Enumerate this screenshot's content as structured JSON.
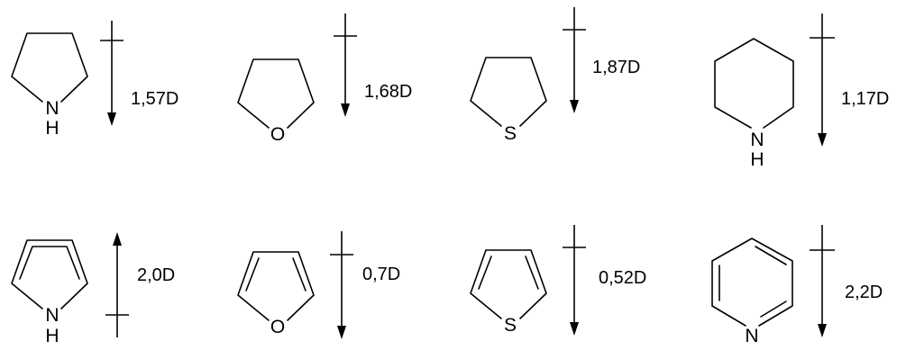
{
  "colors": {
    "ink": "#000000",
    "background": "#ffffff"
  },
  "molecules": [
    {
      "id": "pyrrolidine",
      "heteroatom": "N",
      "hydrogen": "H",
      "dipole": "1,57D",
      "direction": "down"
    },
    {
      "id": "thf",
      "heteroatom": "O",
      "dipole": "1,68D",
      "direction": "down"
    },
    {
      "id": "thiolane",
      "heteroatom": "S",
      "dipole": "1,87D",
      "direction": "down"
    },
    {
      "id": "piperidine",
      "heteroatom": "N",
      "hydrogen": "H",
      "dipole": "1,17D",
      "direction": "down"
    },
    {
      "id": "pyrrole",
      "heteroatom": "N",
      "hydrogen": "H",
      "dipole": "2,0D",
      "direction": "up"
    },
    {
      "id": "furan",
      "heteroatom": "O",
      "dipole": "0,7D",
      "direction": "down"
    },
    {
      "id": "thiophene",
      "heteroatom": "S",
      "dipole": "0,52D",
      "direction": "down"
    },
    {
      "id": "pyridine",
      "heteroatom": "N",
      "dipole": "2,2D",
      "direction": "down"
    }
  ]
}
